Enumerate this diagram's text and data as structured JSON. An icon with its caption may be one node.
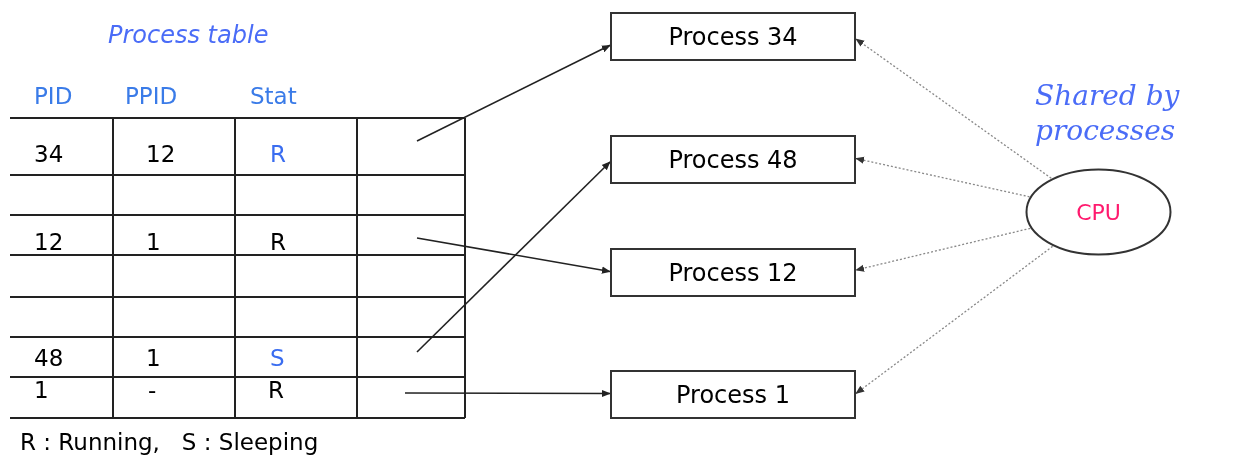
{
  "diagram": {
    "nodes": [
      {
        "text": [
          "Process 34"
        ]
      },
      {
        "text": [
          "Process 48"
        ]
      },
      {
        "text": [
          "Process 12"
        ]
      },
      {
        "text": [
          "Process 1"
        ]
      },
      {
        "text": [
          "CPU"
        ]
      }
    ],
    "edges": [
      {
        "from": null,
        "to": 0,
        "arrow": "to"
      },
      {
        "from": null,
        "to": 2,
        "arrow": "to"
      },
      {
        "from": null,
        "to": 1,
        "arrow": "to"
      },
      {
        "from": null,
        "to": 3,
        "arrow": "to"
      },
      {
        "from": 4,
        "to": 0,
        "arrow": "to",
        "style": "dashed",
        "color": "#888888"
      },
      {
        "from": 4,
        "to": 1,
        "arrow": "to",
        "style": "dashed",
        "color": "#888888"
      },
      {
        "from": 4,
        "to": 2,
        "arrow": "to",
        "style": "dashed",
        "color": "#888888"
      },
      {
        "from": 4,
        "to": 3,
        "arrow": "to",
        "style": "dashed",
        "color": "#888888"
      }
    ],
    "labels": [
      "Process table",
      "PID",
      "PPID",
      "Stat",
      "34",
      "12",
      "R",
      "12",
      "1",
      "R",
      "48",
      "1",
      "S",
      "1",
      "-",
      "R",
      "Shared by processes",
      "R : Running,   S : Sleeping"
    ]
  }
}
